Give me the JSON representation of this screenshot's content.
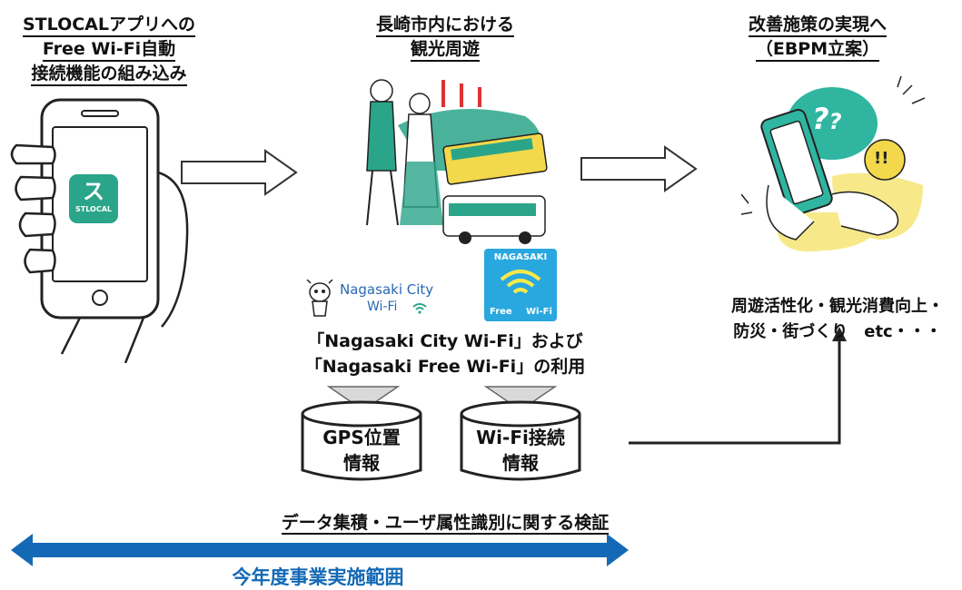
{
  "left": {
    "title_lines": [
      "STLOCALアプリへの",
      "Free Wi-Fi自動",
      "接続機能の組み込み"
    ],
    "app_label": "STLOCAL"
  },
  "middle": {
    "title_lines": [
      "長崎市内における",
      "観光周遊"
    ],
    "logo_city_line1": "Nagasaki City",
    "logo_city_line2": "Wi-Fi",
    "logo_free_top": "NAGASAKI",
    "logo_free_bottom_left": "Free",
    "logo_free_bottom_right": "Wi-Fi",
    "usage_lines": [
      "「Nagasaki City Wi-Fi」および",
      "「Nagasaki Free Wi-Fi」の利用"
    ],
    "db1_lines": [
      "GPS位置",
      "情報"
    ],
    "db2_lines": [
      "Wi-Fi接続",
      "情報"
    ],
    "verify_label": "データ集積・ユーザ属性識別に関する検証"
  },
  "right": {
    "title_lines": [
      "改善施策の実現へ",
      "（EBPM立案）"
    ],
    "bubble_q": "?",
    "bubble_ex": "!!",
    "result_lines": [
      "周遊活性化・観光消費向上・",
      "防災・街づくり　etc・・・"
    ]
  },
  "range": {
    "label": "今年度事業実施範囲",
    "color": "#1369b5"
  },
  "colors": {
    "teal": "#2aa58a",
    "wifi_blue": "#29a8df",
    "yellow": "#f7e98a",
    "bubble_teal": "#2fb5a0"
  }
}
